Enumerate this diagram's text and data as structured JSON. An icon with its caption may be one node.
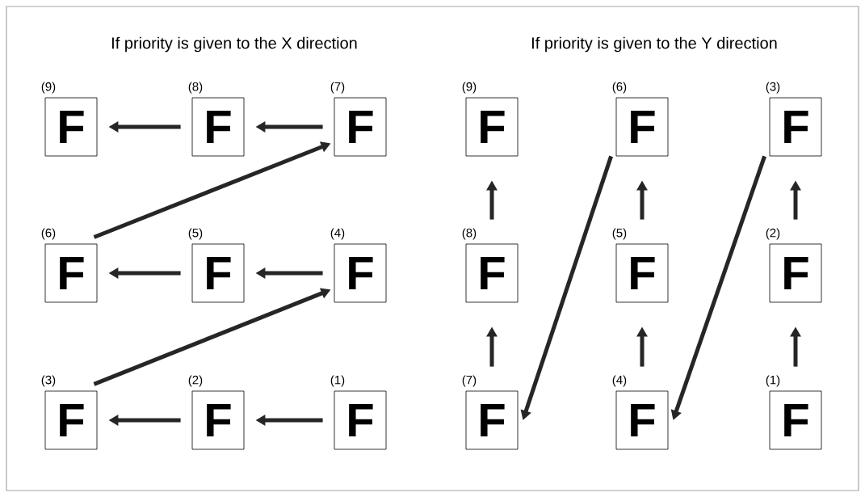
{
  "diagram": {
    "nodes": [
      {
        "text": [
          "F"
        ],
        "beside": [
          "(9)"
        ]
      },
      {
        "text": [
          "F"
        ],
        "beside": [
          "(8)"
        ]
      },
      {
        "text": [
          "F"
        ],
        "beside": [
          "(7)"
        ]
      },
      {
        "text": [
          "F"
        ],
        "beside": [
          "(6)"
        ]
      },
      {
        "text": [
          "F"
        ],
        "beside": [
          "(5)"
        ]
      },
      {
        "text": [
          "F"
        ],
        "beside": [
          "(4)"
        ]
      },
      {
        "text": [
          "F"
        ],
        "beside": [
          "(3)"
        ]
      },
      {
        "text": [
          "F"
        ],
        "beside": [
          "(2)"
        ]
      },
      {
        "text": [
          "F"
        ],
        "beside": [
          "(1)"
        ]
      },
      {
        "text": [
          "F"
        ],
        "beside": [
          "(9)"
        ]
      },
      {
        "text": [
          "F"
        ],
        "beside": [
          "(6)"
        ]
      },
      {
        "text": [
          "F"
        ],
        "beside": [
          "(3)"
        ]
      },
      {
        "text": [
          "F"
        ],
        "beside": [
          "(8)"
        ]
      },
      {
        "text": [
          "F"
        ],
        "beside": [
          "(5)"
        ]
      },
      {
        "text": [
          "F"
        ],
        "beside": [
          "(2)"
        ]
      },
      {
        "text": [
          "F"
        ],
        "beside": [
          "(7)"
        ]
      },
      {
        "text": [
          "F"
        ],
        "beside": [
          "(4)"
        ]
      },
      {
        "text": [
          "F"
        ],
        "beside": [
          "(1)"
        ]
      }
    ],
    "edges": [
      {
        "from": 8,
        "to": 7,
        "arrow": "to"
      },
      {
        "from": 7,
        "to": 6,
        "arrow": "to"
      },
      {
        "from": 6,
        "to": 5,
        "arrow": "to"
      },
      {
        "from": 5,
        "to": 4,
        "arrow": "to"
      },
      {
        "from": 4,
        "to": 3,
        "arrow": "to"
      },
      {
        "from": 3,
        "to": 2,
        "arrow": "to"
      },
      {
        "from": 2,
        "to": 1,
        "arrow": "to"
      },
      {
        "from": 1,
        "to": 0,
        "arrow": "to"
      },
      {
        "from": 17,
        "to": 14,
        "arrow": "to"
      },
      {
        "from": 14,
        "to": 11,
        "arrow": "to"
      },
      {
        "from": 11,
        "to": 16,
        "arrow": "to"
      },
      {
        "from": 16,
        "to": 13,
        "arrow": "to"
      },
      {
        "from": 13,
        "to": 10,
        "arrow": "to"
      },
      {
        "from": 10,
        "to": 15,
        "arrow": "to"
      },
      {
        "from": 15,
        "to": 12,
        "arrow": "to"
      },
      {
        "from": 12,
        "to": 9,
        "arrow": "to"
      }
    ],
    "labels": [
      "If priority is given to the X direction",
      "If priority is given to the Y direction"
    ]
  }
}
